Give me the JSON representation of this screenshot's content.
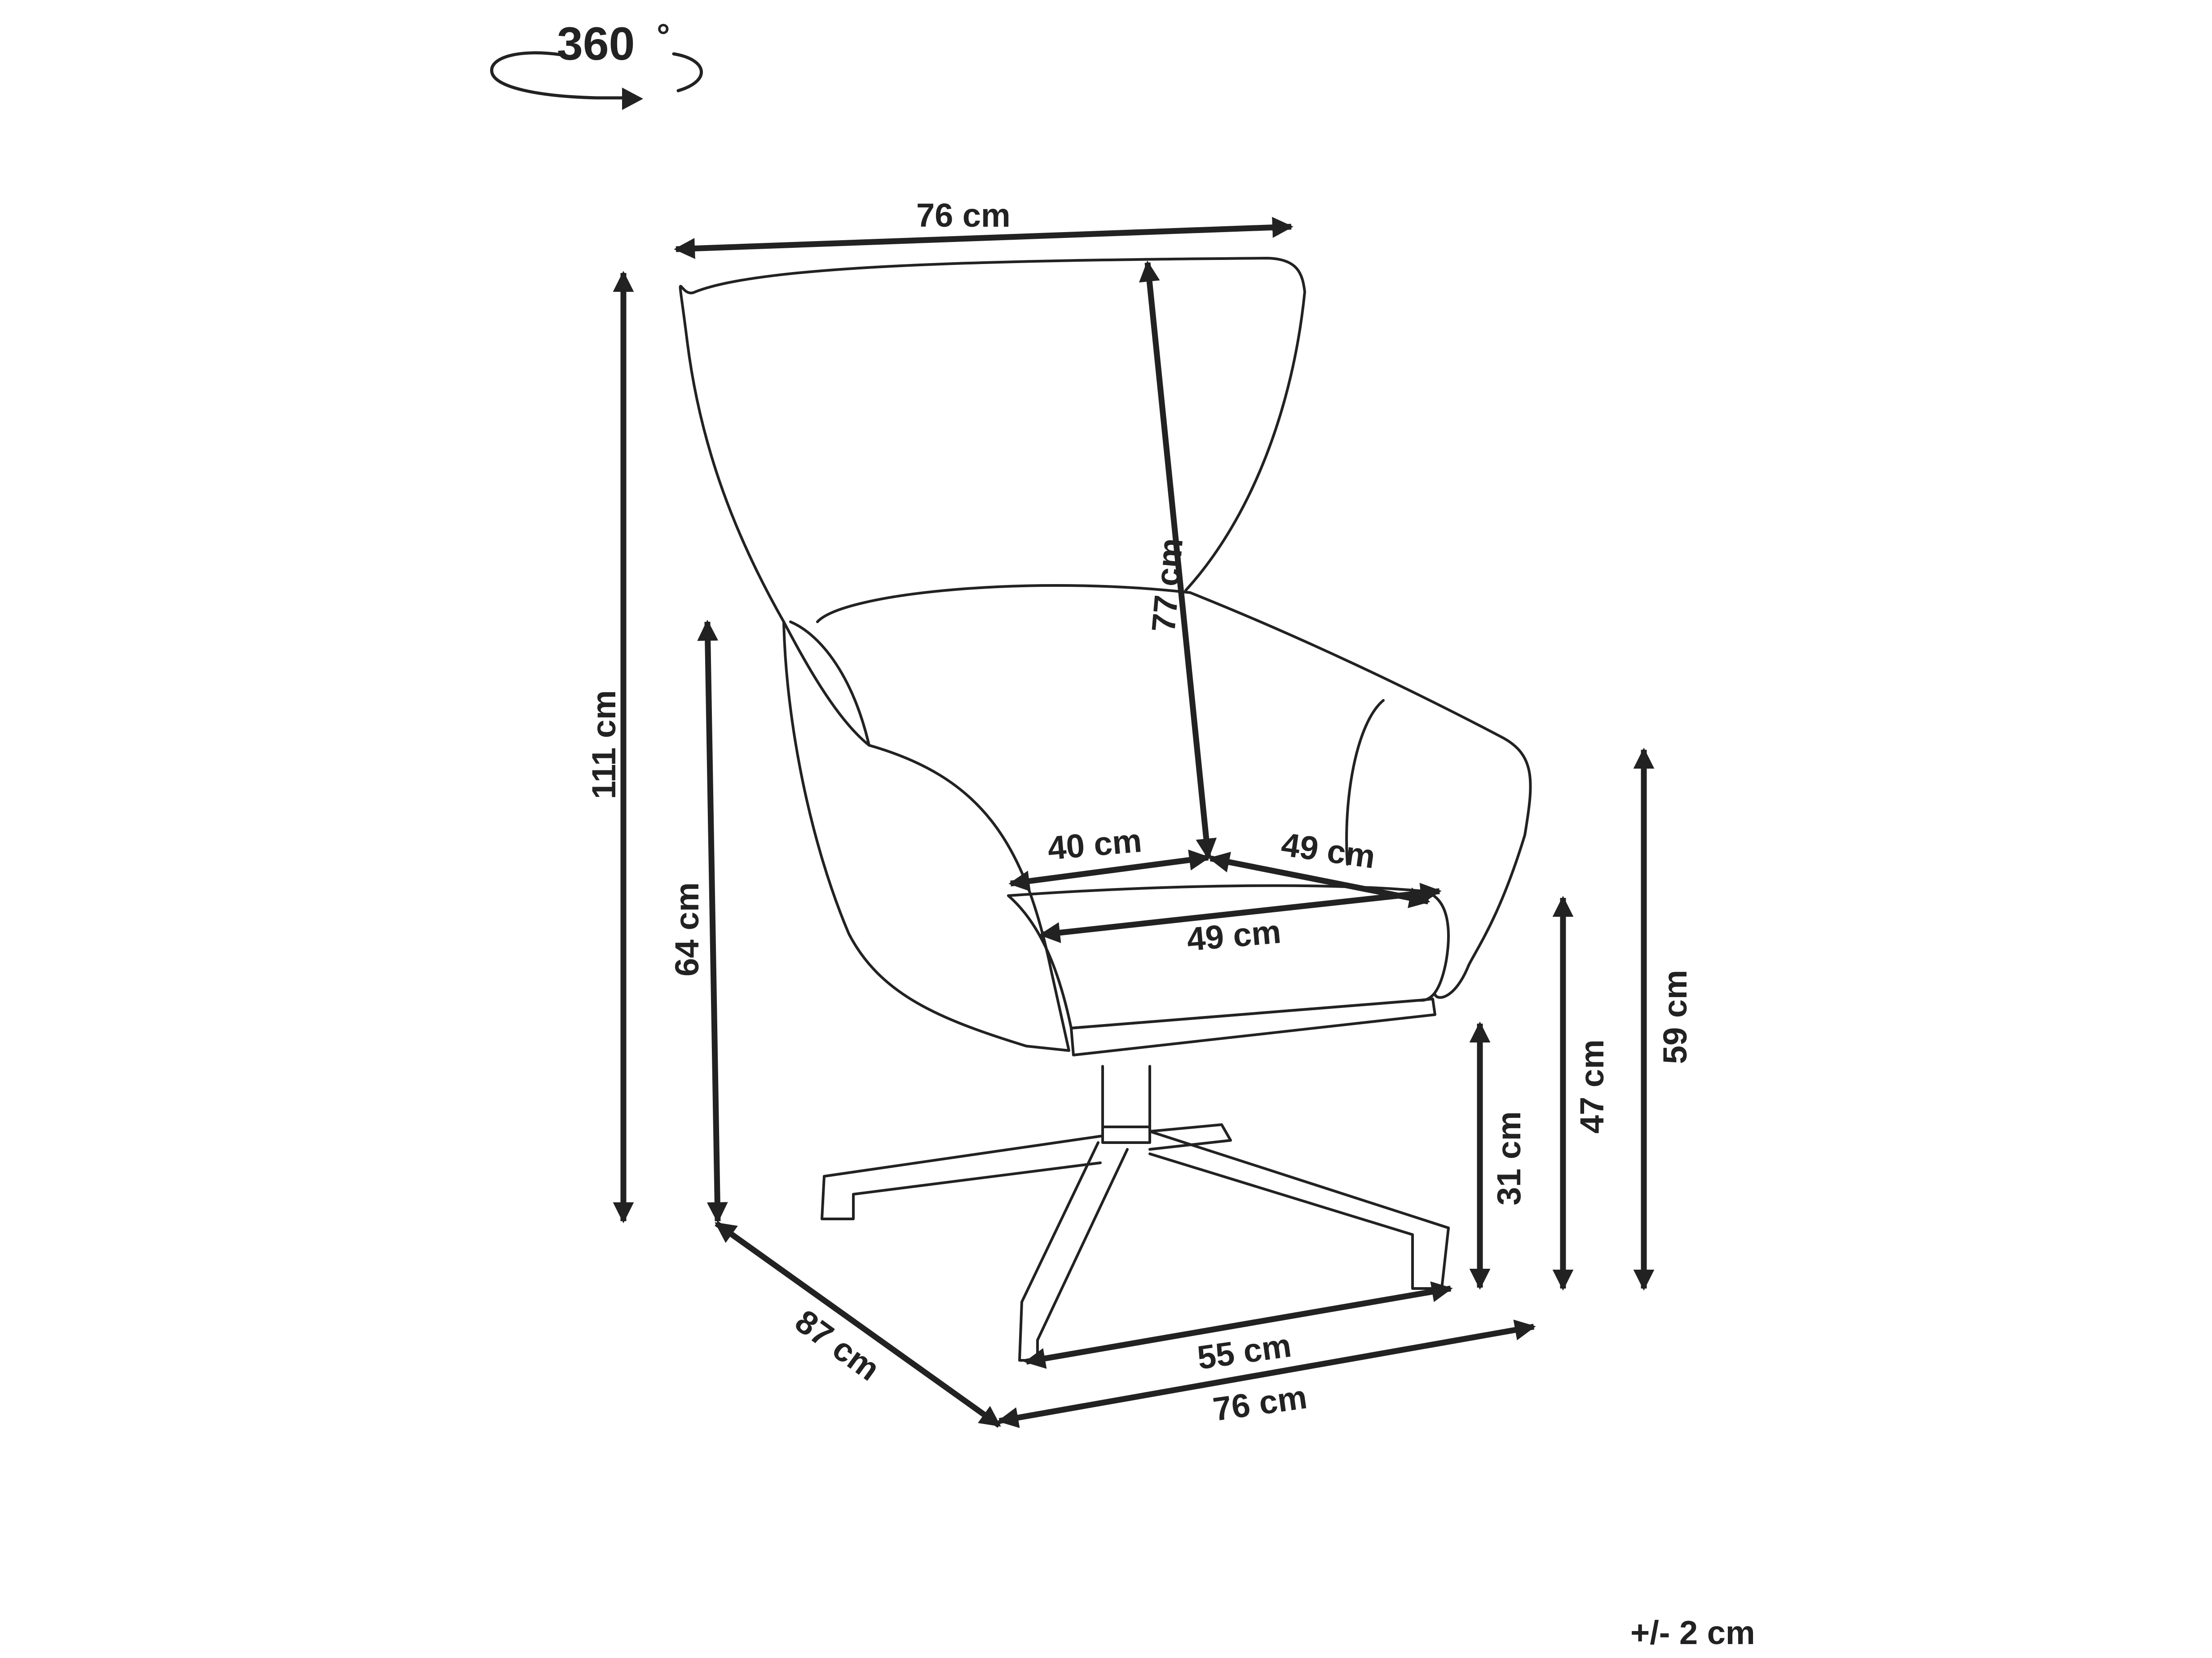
{
  "rotation": {
    "label": "360",
    "unit_symbol": "°",
    "icon": "rotate-360-icon"
  },
  "dimensions": {
    "back_width": "76 cm",
    "total_height": "111 cm",
    "backrest_height": "77 cm",
    "armrest_height": "64 cm",
    "seat_depth_front": "40 cm",
    "seat_depth_side": "49 cm",
    "seat_width": "49 cm",
    "arm_top_height": "59 cm",
    "seat_height": "47 cm",
    "base_height": "31 cm",
    "depth": "87 cm",
    "base_width": "55 cm",
    "bottom_width": "76 cm"
  },
  "tolerance": "+/- 2 cm",
  "colors": {
    "line": "#222222",
    "background": "#ffffff"
  }
}
